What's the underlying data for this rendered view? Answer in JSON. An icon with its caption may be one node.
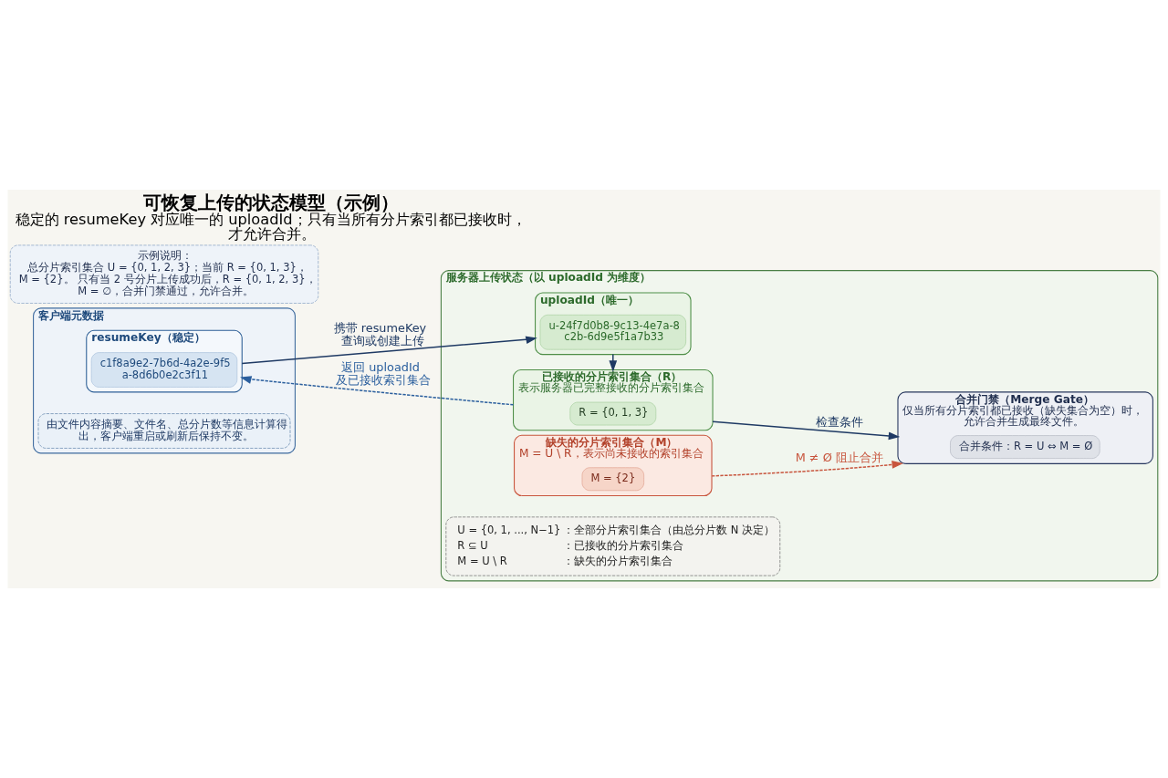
{
  "diagram": {
    "title": "可恢复上传的状态模型（示例）",
    "caption": "稳定的 resumeKey 对应唯一的 uploadId；只有当所有分片索引都已接收时，才允许合并。",
    "nodes": [
      {
        "text": [
          "客户端元数据"
        ]
      },
      {
        "text": [
          "resumeKey（稳定）"
        ],
        "in": 0
      },
      {
        "text": [
          "c1f8a9e2-7b6d-4a2e-9f5a-8d6b0e2c3f11"
        ],
        "in": 1
      },
      {
        "text": [
          "由文件内容摘要、文件名、总分片数等信息计算得出，客户端重启或刷新后保持不变。"
        ],
        "in": 0
      },
      {
        "text": [
          "服务器上传状态（以 uploadId 为维度）"
        ]
      },
      {
        "text": [
          "uploadId（唯一）"
        ],
        "in": 4
      },
      {
        "text": [
          "u-24f7d0b8-9c13-4e7a-8c2b-6d9e5f1a7b33"
        ],
        "in": 5
      },
      {
        "text": [
          "已接收的分片索引集合（R）",
          "表示服务器已完整接收的分片索引集合"
        ],
        "in": 4
      },
      {
        "text": [
          "R = {0, 1, 3}"
        ],
        "in": 7
      },
      {
        "text": [
          "缺失的分片索引集合（M）",
          "M = U \\ R，表示尚未接收的索引集合"
        ],
        "in": 4
      },
      {
        "text": [
          "M = {2}"
        ],
        "in": 9
      },
      {
        "text": [
          "合并门禁（Merge Gate）",
          "仅当所有分片索引都已接收（缺失集合为空）时，允许合并生成最终文件。"
        ],
        "in": 4
      },
      {
        "text": [
          "合并条件：R = U ⇔ M = Ø"
        ],
        "in": 11
      },
      {
        "text": [
          "U = {0, 1, ..., N−1}",
          "：全部分片索引集合（由总分片数 N 决定）",
          "R ⊆ U",
          "：已接收的分片索引集合",
          "M = U \\ R",
          "：缺失的分片索引集合"
        ],
        "in": 4
      },
      {
        "text": [
          "示例说明：",
          "总分片索引集合 U = {0, 1, 2, 3}；当前 R = {0, 1, 3}，M = {2}。 只有当 2 号分片上传成功后，R = {0, 1, 2, 3}，M = ∅，合并门禁通过，允许合并。"
        ]
      }
    ],
    "edges": [
      {
        "from": 1,
        "to": 5,
        "arrow": "to",
        "label": "携带 resumeKey 查询或创建上传"
      },
      {
        "from": 7,
        "to": 1,
        "arrow": "to",
        "label": "返回 uploadId 及已接收索引集合",
        "style": "dashed",
        "color": "#2b5f9e"
      },
      {
        "from": 5,
        "to": 7,
        "arrow": "to"
      },
      {
        "from": 7,
        "to": 11,
        "arrow": "to",
        "label": "检查条件"
      },
      {
        "from": 9,
        "to": 11,
        "arrow": "to",
        "label": "M ≠ Ø 阻止合并",
        "style": "dashed",
        "color": "#c8553d"
      }
    ]
  }
}
